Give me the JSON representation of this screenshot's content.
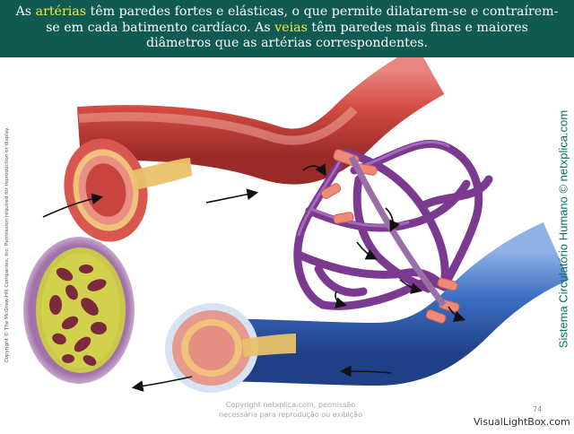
{
  "header": {
    "part1": "As ",
    "arterias": "artérias",
    "part2": " têm paredes fortes e elásticas, o que permite dilatarem-se e contraírem-se em cada batimento cardíaco. As ",
    "veias": "veias",
    "part3": " têm paredes mais finas e maiores diâmetros que as artérias correspondentes.",
    "highlight_color": "#f2e93a",
    "background_color": "#115a52"
  },
  "copyright_vertical": "Copyright © The McGraw-Hill Companies, Inc. Permission required for reproduction or display.",
  "side_title": "Sistema Circulatório Humano © netxplica.com",
  "watermark": {
    "line1": "Copyright netxplica.com, permissão",
    "line2": "necessária para reprodução ou exibição"
  },
  "page_number": "74",
  "footer_brand": "VisualLightBox.com",
  "colors": {
    "artery": "#c8403c",
    "vein": "#2f5fb0",
    "capillary": "#7a3a8f",
    "smooth_muscle": "#f08a78"
  }
}
